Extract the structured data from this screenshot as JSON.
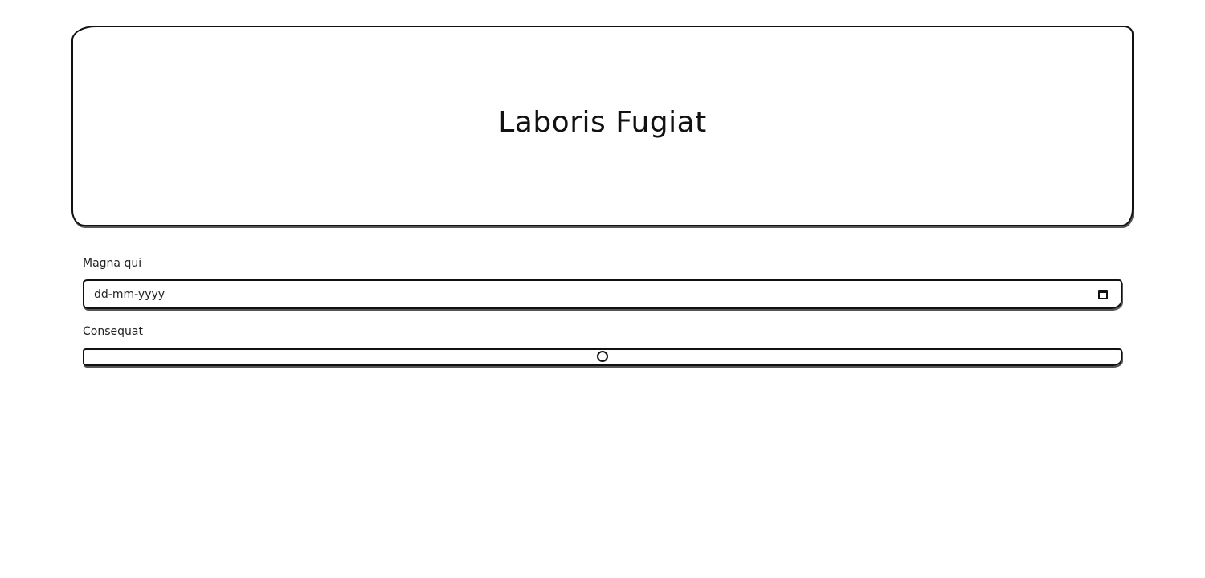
{
  "header": {
    "title": "Laboris Fugiat"
  },
  "form": {
    "date_field": {
      "label": "Magna qui",
      "placeholder": "dd-mm-yyyy",
      "icon": "calendar-icon"
    },
    "range_field": {
      "label": "Consequat",
      "value_fraction": 0.5
    }
  },
  "colors": {
    "background": "#ffffff",
    "ink": "#111111"
  }
}
